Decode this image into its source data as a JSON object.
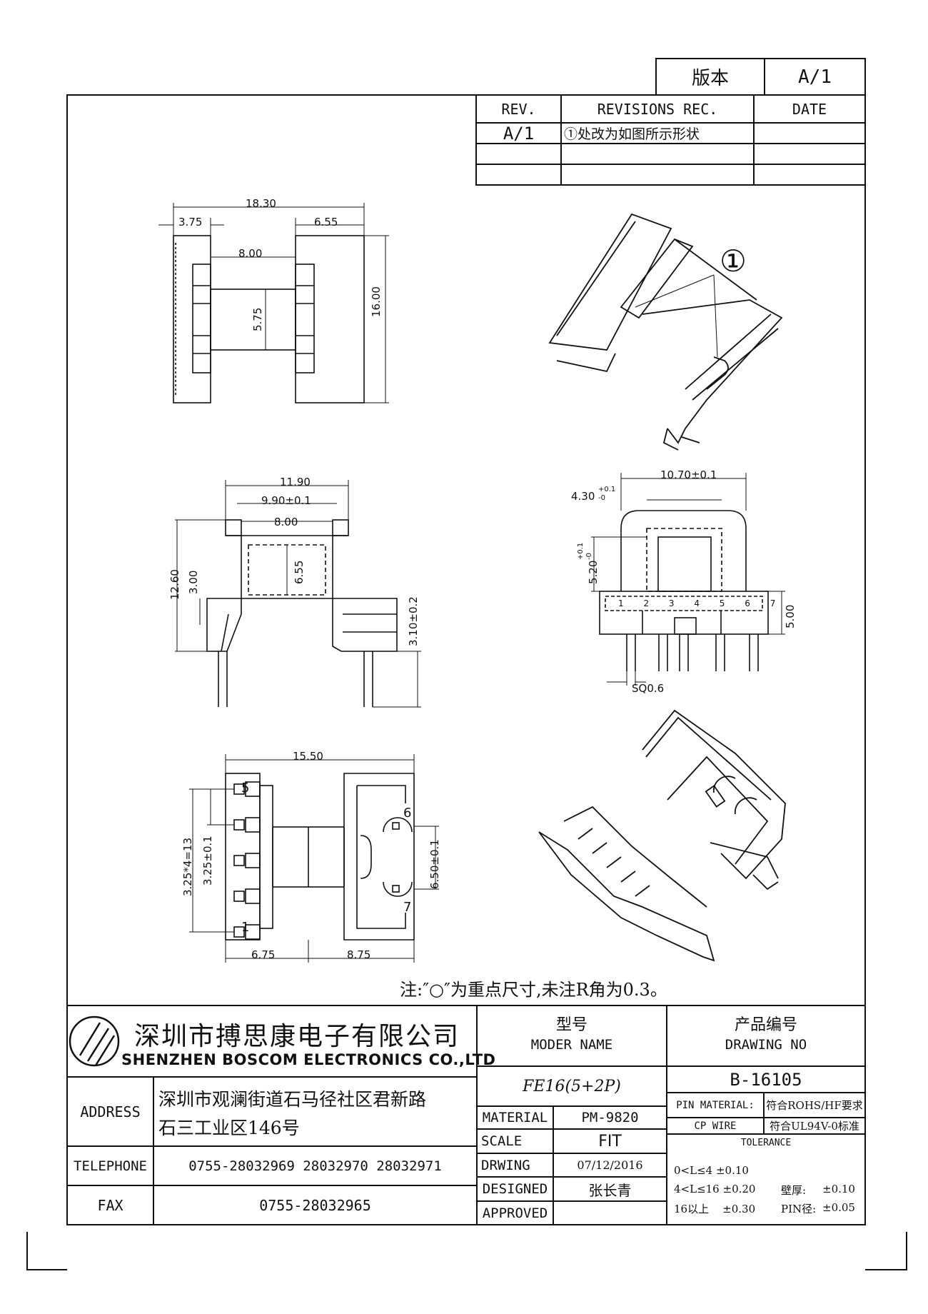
{
  "version_box": {
    "label": "版本",
    "value": "A/1"
  },
  "revisions": {
    "headers": {
      "rev": "REV.",
      "rec": "REVISIONS REC.",
      "date": "DATE"
    },
    "rows": [
      {
        "rev": "A/1",
        "rec": "①处改为如图所示形状",
        "date": ""
      }
    ]
  },
  "callout_1": "①",
  "dimensions": {
    "top": {
      "A": "18.30",
      "left_w": "3.75",
      "right_w": "6.55",
      "inner": "8.00",
      "B": "16.00",
      "C": "5.75"
    },
    "side": {
      "D": "11.90",
      "R": "9.90±0.1",
      "E": "8.00",
      "S": "12.60",
      "F": "3.00",
      "G": "6.55",
      "H": "3.10±0.2"
    },
    "front": {
      "J": "10.70±0.1",
      "K": "4.30",
      "K_tol_plus": "+0.1",
      "K_tol_minus": "-0",
      "I": "5.20",
      "I_tol_plus": "+0.1",
      "I_tol_minus": "-0",
      "L": "5.00",
      "M": "SQ0.6",
      "pin_marks": "1 2 3 4 5 6 7"
    },
    "bottom": {
      "N": "15.50",
      "O": "3.25*4=13",
      "P": "3.25±0.1",
      "Q": "6.50±0.1",
      "left_w": "6.75",
      "right_w": "8.75",
      "pins": [
        "5",
        "1",
        "6",
        "7"
      ]
    }
  },
  "note": "注:″○″为重点尺寸,未注R角为0.3。",
  "company": {
    "name_cn": "深圳市搏思康电子有限公司",
    "name_en": "SHENZHEN BOSCOM ELECTRONICS CO.,LTD"
  },
  "info": {
    "address_label": "ADDRESS",
    "address_line1": "深圳市观澜街道石马径社区君新路",
    "address_line2": "石三工业区146号",
    "telephone_label": "TELEPHONE",
    "telephone": "0755-28032969 28032970 28032971",
    "fax_label": "FAX",
    "fax": "0755-28032965"
  },
  "title_block": {
    "model_cn": "型号",
    "model_en": "MODER NAME",
    "model_value": "FE16(5+2P)",
    "drawing_cn": "产品编号",
    "drawing_en": "DRAWING NO",
    "drawing_value": "B-16105",
    "material_label": "MATERIAL",
    "material_value": "PM-9820",
    "scale_label": "SCALE",
    "scale_value": "FIT",
    "drawing_label": "DRWING",
    "drawing_date": "07/12/2016",
    "designed_label": "DESIGNED",
    "designed_value": "张长青",
    "approved_label": "APPROVED",
    "approved_value": "",
    "pin_material_label": "PIN MATERIAL:",
    "pin_material_value": "符合ROHS/HF要求",
    "cp_wire_label": "CP WIRE",
    "cp_wire_value": "符合UL94V-0标准",
    "tolerance_label": "TOLERANCE",
    "tol_1": "0<L≤4 ±0.10",
    "tol_2": "4<L≤16 ±0.20",
    "tol_3": "16以上    ±0.30",
    "wall_label": "壁厚:",
    "wall_value": "±0.10",
    "pin_dia_label": "PIN径:",
    "pin_dia_value": "±0.05"
  }
}
